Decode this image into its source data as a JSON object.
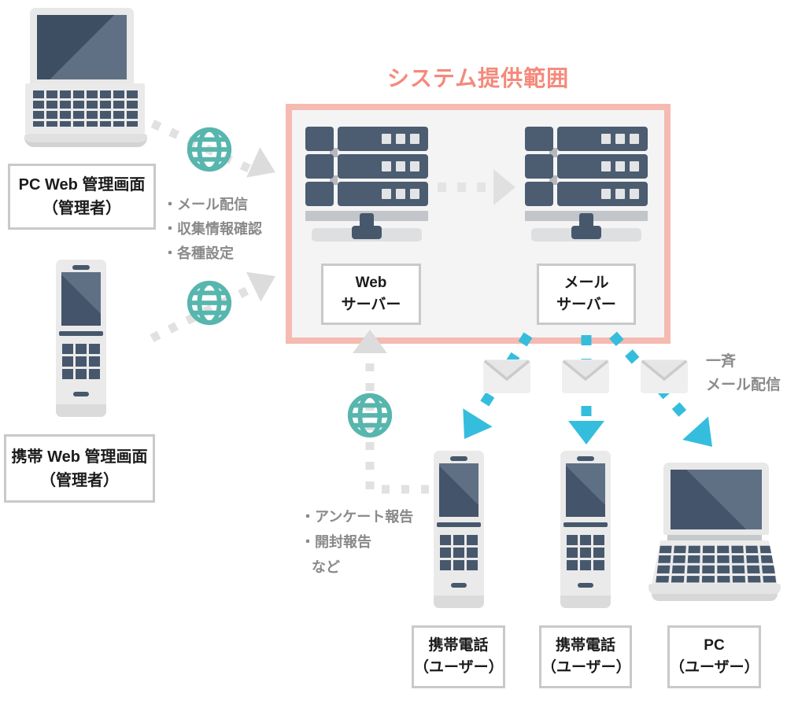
{
  "title": "システム提供範囲",
  "admin_pc": {
    "label": [
      "PC Web 管理画面",
      "（管理者）"
    ]
  },
  "admin_mobile": {
    "label": [
      "携帯 Web 管理画面",
      "（管理者）"
    ]
  },
  "admin_actions": [
    "・メール配信",
    "・収集情報確認",
    "・各種設定"
  ],
  "system": {
    "web_server": [
      "Web",
      "サーバー"
    ],
    "mail_server": [
      "メール",
      "サーバー"
    ]
  },
  "broadcast": [
    "一斉",
    "メール配信"
  ],
  "report_actions": [
    "・アンケート報告",
    "・開封報告",
    "など"
  ],
  "users": {
    "phone1": [
      "携帯電話",
      "（ユーザー）"
    ],
    "phone2": [
      "携帯電話",
      "（ユーザー）"
    ],
    "pc": [
      "PC",
      "（ユーザー）"
    ]
  },
  "icons": {
    "globe-icon": "teal globe with meridian grid",
    "envelope-icon": "gray closed envelope",
    "server-icon": "3-unit rack server on stand",
    "laptop-icon": "open laptop, two-tone screen",
    "flip-phone-icon": "open flip phone with keypad",
    "dotted-arrow-icon": "light gray square-dash arrow",
    "broadcast-arrow-icon": "cyan square-dash arrow"
  },
  "colors": {
    "scope_border": "#F5BAB1",
    "scope_fill": "#F4F4F5",
    "title_text": "#F5897B",
    "device_navy": "#47586D",
    "globe_teal": "#57B6AD",
    "broadcast_cyan": "#35BDDD",
    "note_gray": "#8A8A8A",
    "connector_gray": "#E1E1E1"
  }
}
